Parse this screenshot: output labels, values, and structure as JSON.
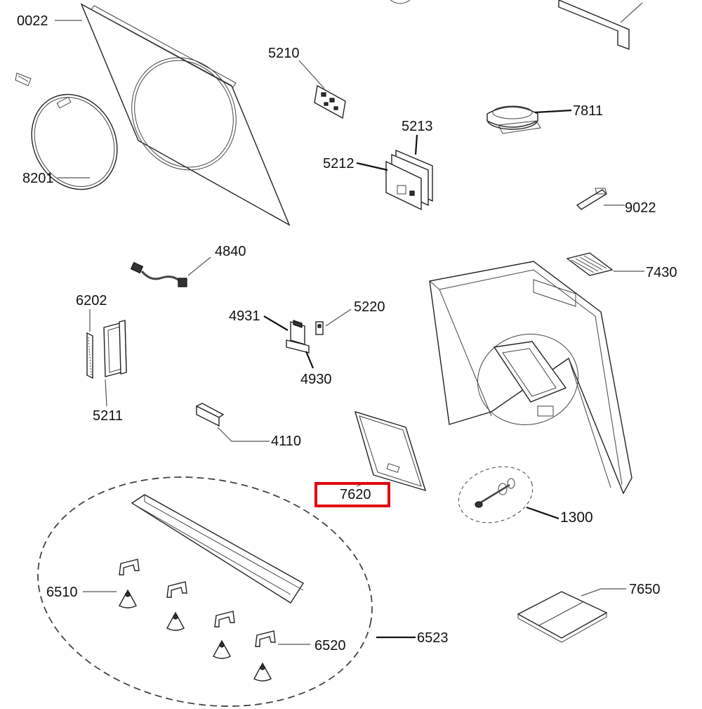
{
  "labels": {
    "l0022": "0022",
    "l5210": "5210",
    "l7811": "7811",
    "l5213": "5213",
    "l5212": "5212",
    "l9022": "9022",
    "l8201": "8201",
    "l4840": "4840",
    "l7430": "7430",
    "l6202": "6202",
    "l4931": "4931",
    "l5220": "5220",
    "l4930": "4930",
    "l5211": "5211",
    "l4110": "4110",
    "l7620": "7620",
    "l1300": "1300",
    "l6510": "6510",
    "l7650": "7650",
    "l6523": "6523",
    "l6520": "6520"
  },
  "highlight": {
    "part": "7620",
    "color": "#e3000f"
  }
}
